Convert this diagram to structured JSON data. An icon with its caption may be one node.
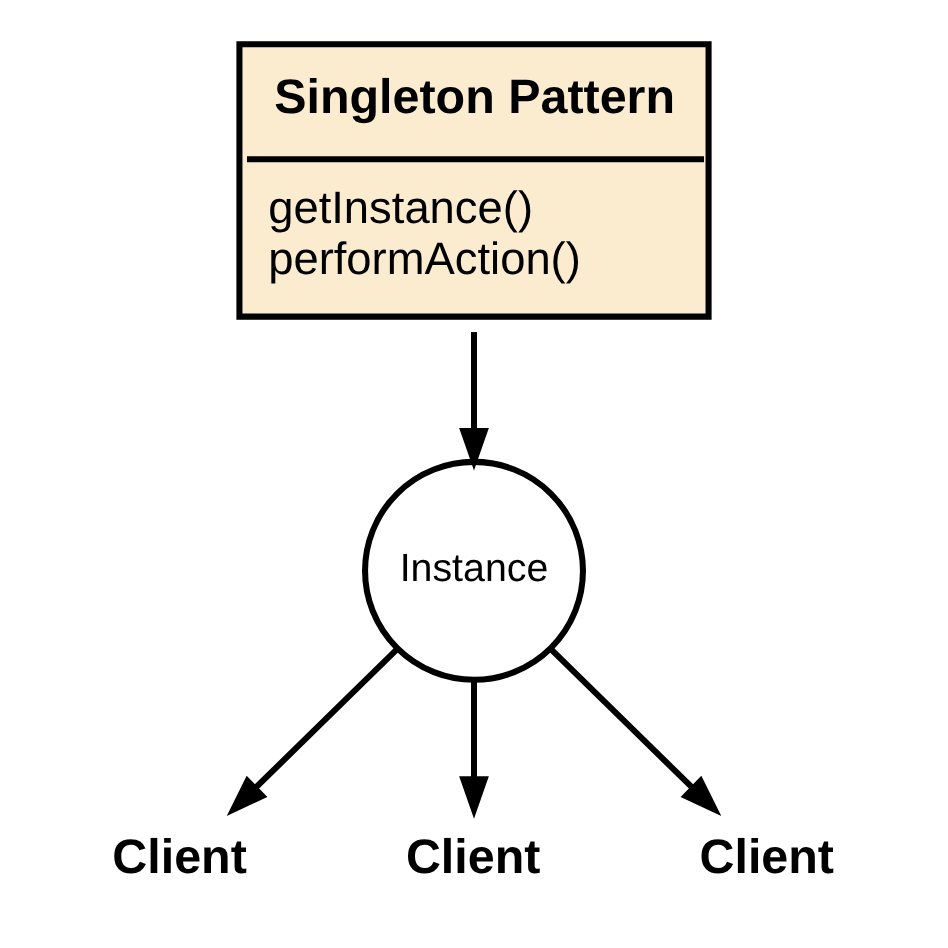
{
  "diagram": {
    "nodes": [
      {
        "text": [
          "Singleton Pattern",
          "getInstance()",
          "performAction()"
        ]
      },
      {
        "text": [
          "Instance"
        ]
      },
      {
        "text": [
          "Client"
        ]
      },
      {
        "text": [
          "Client"
        ]
      },
      {
        "text": [
          "Client"
        ]
      }
    ],
    "edges": [
      {
        "from": 0,
        "to": 1,
        "arrow": "to"
      },
      {
        "from": 1,
        "to": 2,
        "arrow": "to"
      },
      {
        "from": 1,
        "to": 3,
        "arrow": "to"
      },
      {
        "from": 1,
        "to": 4,
        "arrow": "to"
      }
    ]
  }
}
